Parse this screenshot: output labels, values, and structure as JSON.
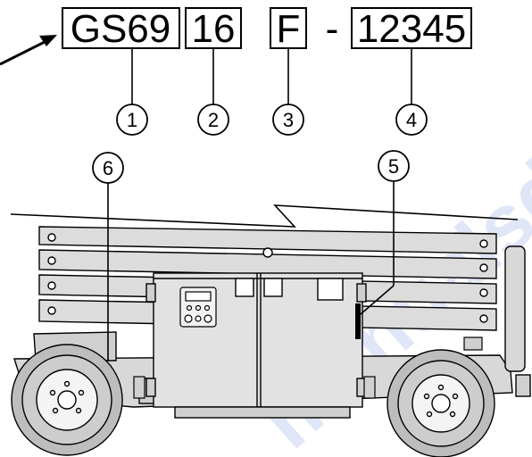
{
  "serial": {
    "model": "GS69",
    "year": "16",
    "plant": "F",
    "dash": "-",
    "sequence": "12345"
  },
  "callouts": {
    "c1": "1",
    "c2": "2",
    "c3": "3",
    "c4": "4",
    "c5": "5",
    "c6": "6"
  },
  "watermark": {
    "text": "manualsdir.com",
    "color": "#c6d2f2"
  },
  "colors": {
    "ink": "#000000",
    "machine_fill": "#d8d8d8",
    "panel_fill": "#dcdcdc",
    "tire_fill": "#bdbdbd"
  }
}
